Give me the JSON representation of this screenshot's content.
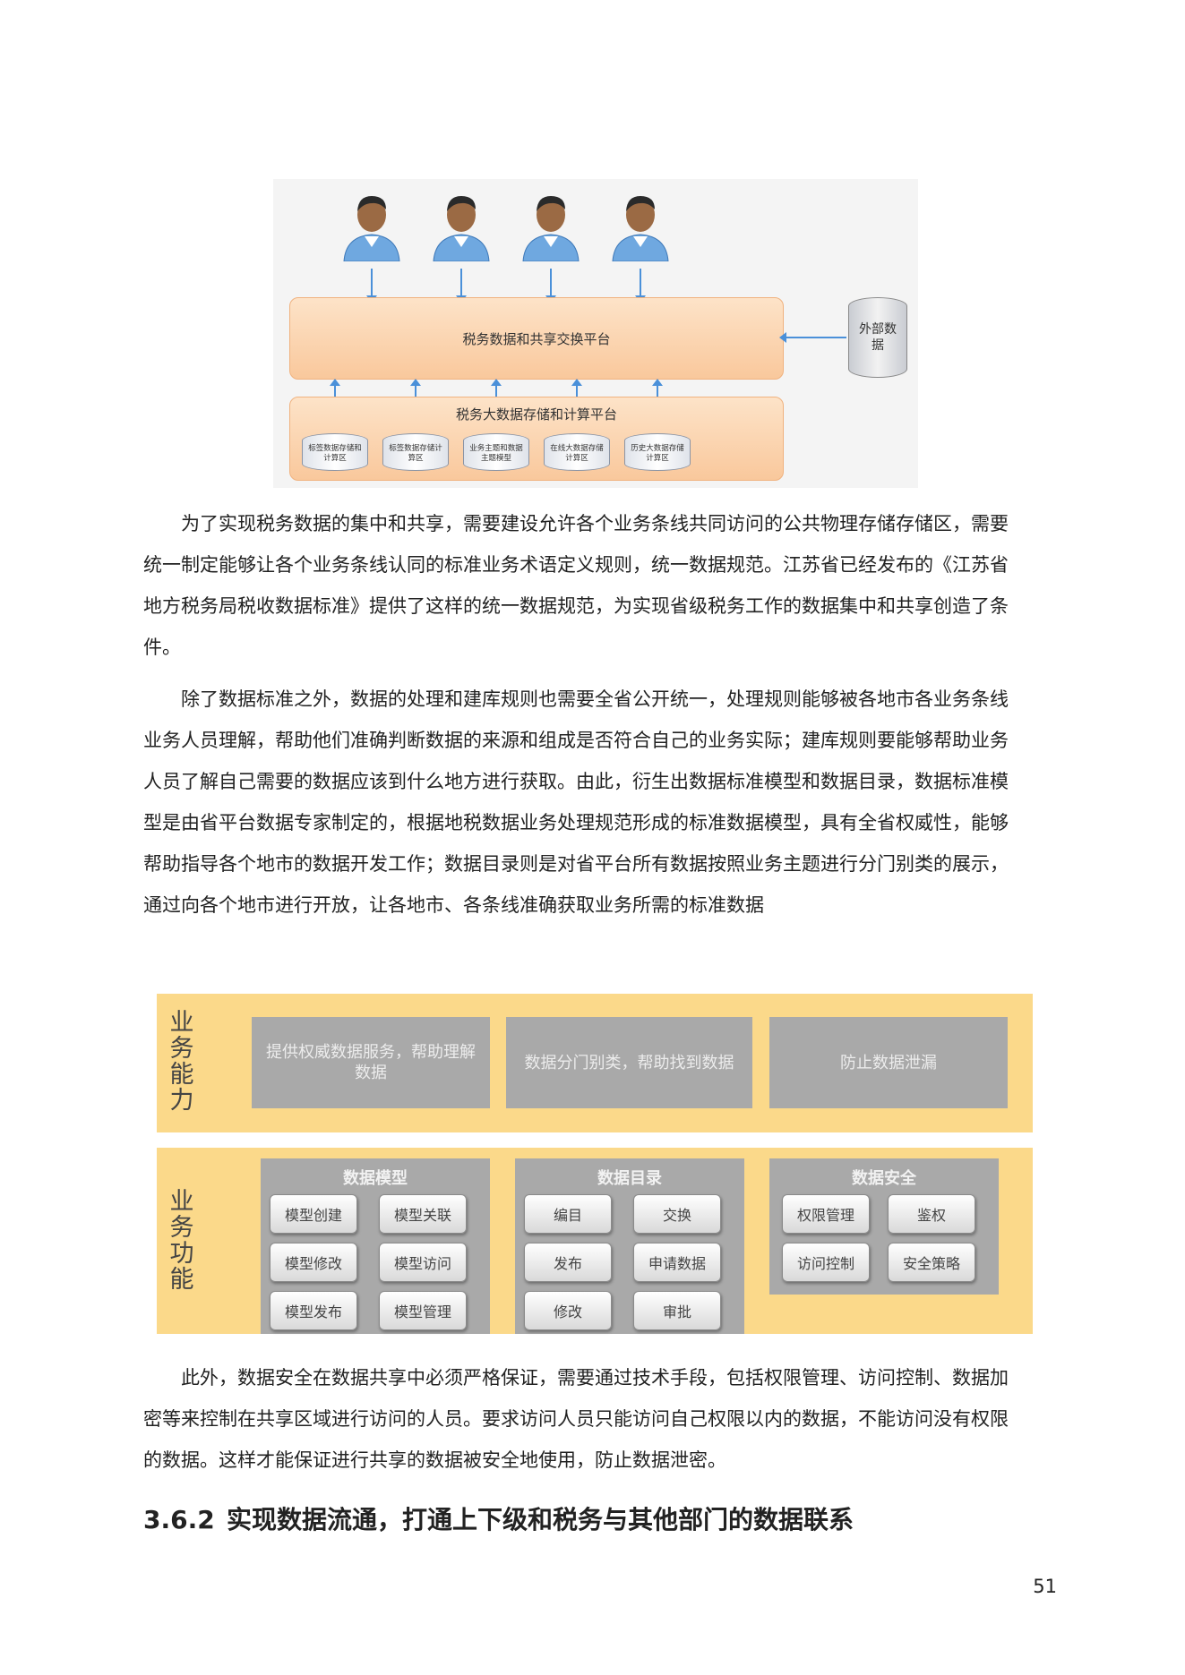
{
  "figure1": {
    "top_platform": "税务数据和共享交换平台",
    "storage_platform": "税务大数据存储和计算平台",
    "storage_areas": [
      "标签数据存储和计算区",
      "标签数据存储计算区",
      "业务主题和数据主题模型",
      "在线大数据存储计算区",
      "历史大数据存储计算区"
    ],
    "external_data": "外部数据"
  },
  "paragraphs": [
    "为了实现税务数据的集中和共享，需要建设允许各个业务条线共同访问的公共物理存储存储区，需要统一制定能够让各个业务条线认同的标准业务术语定义规则，统一数据规范。江苏省已经发布的《江苏省地方税务局税收数据标准》提供了这样的统一数据规范，为实现省级税务工作的数据集中和共享创造了条件。",
    "除了数据标准之外，数据的处理和建库规则也需要全省公开统一，处理规则能够被各地市各业务条线业务人员理解，帮助他们准确判断数据的来源和组成是否符合自己的业务实际；建库规则要能够帮助业务人员了解自己需要的数据应该到什么地方进行获取。由此，衍生出数据标准模型和数据目录，数据标准模型是由省平台数据专家制定的，根据地税数据业务处理规范形成的标准数据模型，具有全省权威性，能够帮助指导各个地市的数据开发工作；数据目录则是对省平台所有数据按照业务主题进行分门别类的展示，通过向各个地市进行开放，让各地市、各条线准确获取业务所需的标准数据",
    "此外，数据安全在数据共享中必须严格保证，需要通过技术手段，包括权限管理、访问控制、数据加密等来控制在共享区域进行访问的人员。要求访问人员只能访问自己权限以内的数据，不能访问没有权限的数据。这样才能保证进行共享的数据被安全地使用，防止数据泄密。"
  ],
  "figure2": {
    "capability_label": "业务能力",
    "capabilities": [
      "提供权威数据服务，帮助理解数据",
      "数据分门别类，帮助找到数据",
      "防止数据泄漏"
    ],
    "function_label": "业务功能",
    "functions": [
      {
        "title": "数据模型",
        "items": [
          "模型创建",
          "模型关联",
          "模型修改",
          "模型访问",
          "模型发布",
          "模型管理"
        ]
      },
      {
        "title": "数据目录",
        "items": [
          "编目",
          "交换",
          "发布",
          "申请数据",
          "修改",
          "审批"
        ]
      },
      {
        "title": "数据安全",
        "items": [
          "权限管理",
          "鉴权",
          "访问控制",
          "安全策略"
        ]
      }
    ]
  },
  "section": {
    "number": "3.6.2",
    "title": "实现数据流通，打通上下级和税务与其他部门的数据联系"
  },
  "page_number": "51",
  "colors": {
    "accent_blue": "#4a90d9",
    "orange_fill": "#f9c89c",
    "yellow_band": "#fbd98a",
    "gray_box": "#a9a9a9"
  }
}
